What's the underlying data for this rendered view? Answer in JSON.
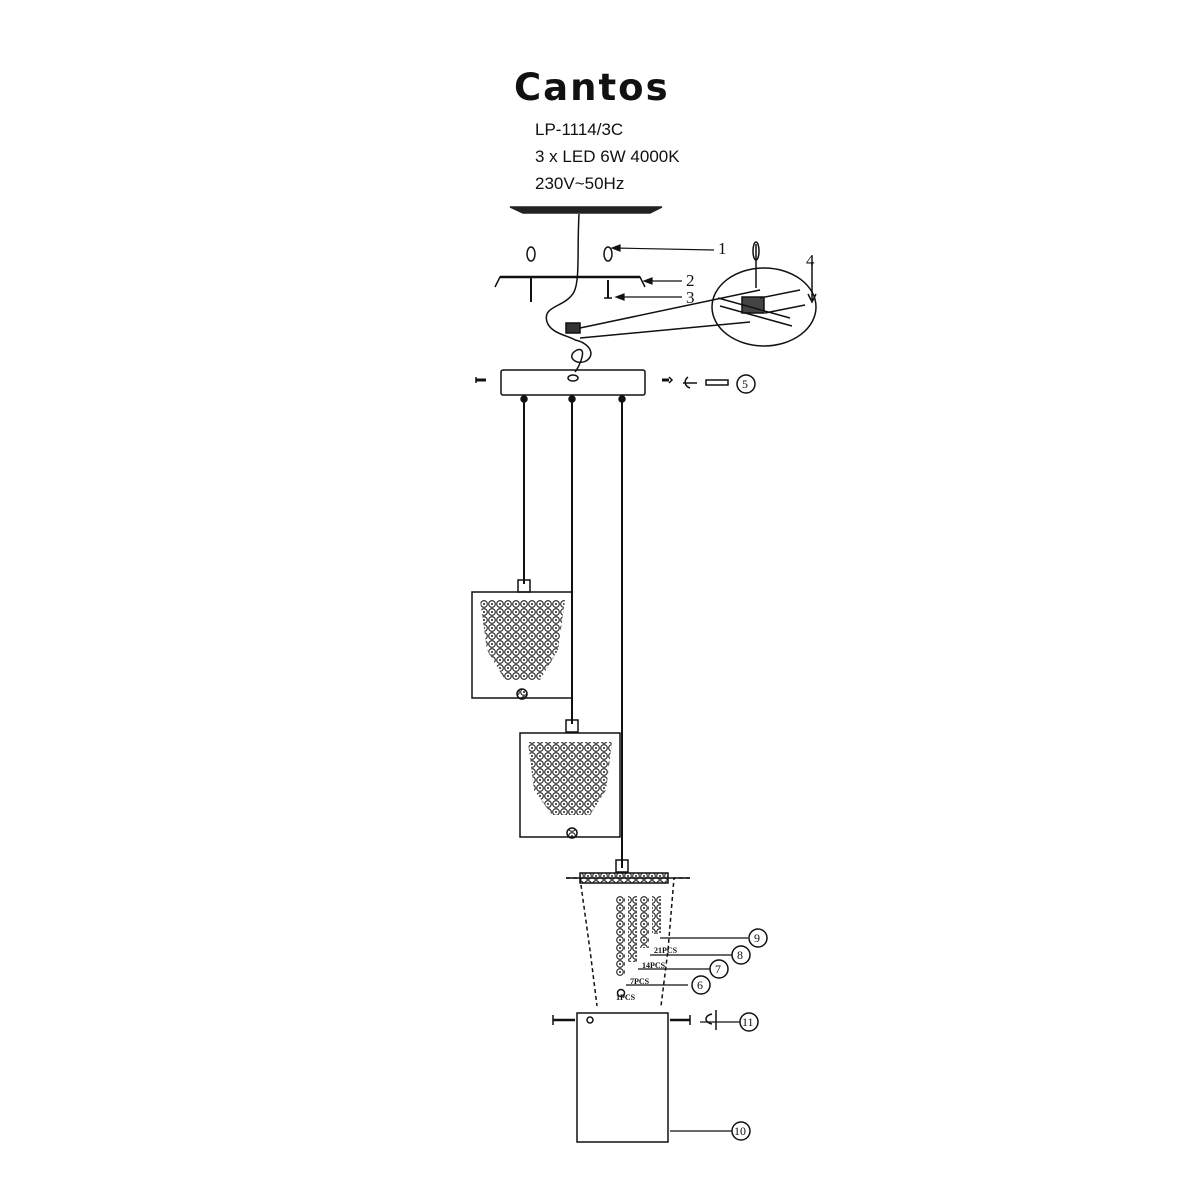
{
  "product": {
    "name": "Cantos",
    "model": "LP-1114/3C",
    "lamp": "3 x LED 6W 4000K",
    "power": "230V~50Hz"
  },
  "callouts": {
    "c1": "1",
    "c2": "2",
    "c3": "3",
    "c4": "4",
    "c5": "5",
    "c6": "6",
    "c7": "7",
    "c8": "8",
    "c9": "9",
    "c10": "10",
    "c11": "11"
  },
  "crystal_counts": {
    "q1": "1PCS",
    "q7": "7PCS",
    "q14": "14PCS",
    "q21": "21PCS"
  }
}
